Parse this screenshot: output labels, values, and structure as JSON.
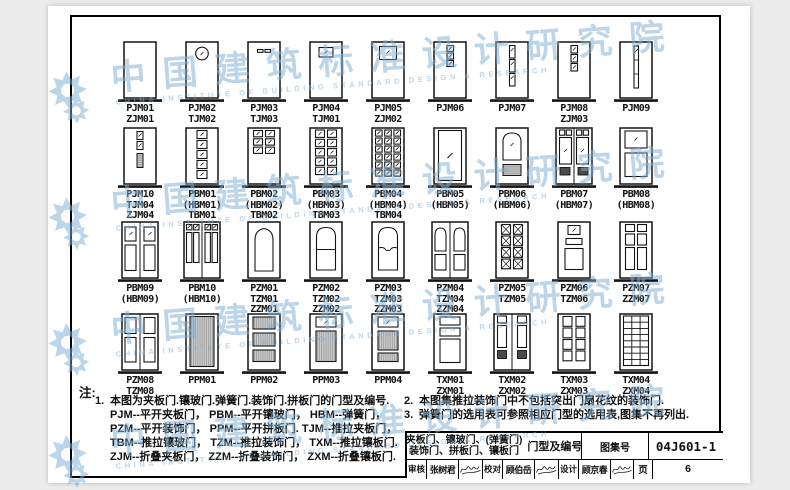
{
  "watermark": {
    "cn": "中国建筑标准设计研究院",
    "en": "CHINA INSTITUTE OF BUILDING STANDARD DESIGN & RESEARCH",
    "color": "#7fb0d6"
  },
  "doors": {
    "rows": [
      {
        "cells": [
          {
            "codes": [
              "PJM01",
              "ZJM01"
            ],
            "glyph": "plain"
          },
          {
            "codes": [
              "PJM02",
              "TJM02"
            ],
            "glyph": "porthole"
          },
          {
            "codes": [
              "PJM03",
              "TJM03"
            ],
            "glyph": "slot"
          },
          {
            "codes": [
              "PJM04",
              "TJM01"
            ],
            "glyph": "small-window"
          },
          {
            "codes": [
              "PJM05",
              "ZJM02"
            ],
            "glyph": "window"
          },
          {
            "codes": [
              "PJM06"
            ],
            "glyph": "vstrip3-top"
          },
          {
            "codes": [
              "PJM07"
            ],
            "glyph": "vstrip-long"
          },
          {
            "codes": [
              "PJM08",
              "ZJM03"
            ],
            "glyph": "vstrip3-mid"
          },
          {
            "codes": [
              "PJM09"
            ],
            "glyph": "vstrip-center"
          }
        ]
      },
      {
        "cells": [
          {
            "codes": [
              "PJM10",
              "TJM04",
              "ZJM04"
            ],
            "glyph": "vstrip-louver"
          },
          {
            "codes": [
              "PBM01",
              "(HBM01)",
              "TBM01"
            ],
            "glyph": "panes-1x5"
          },
          {
            "codes": [
              "PBM02",
              "(HBM02)",
              "TBM02"
            ],
            "glyph": "panes-2x3"
          },
          {
            "codes": [
              "PBM03",
              "(HBM03)",
              "TBM03"
            ],
            "glyph": "panes-2x5"
          },
          {
            "codes": [
              "PBM04",
              "(HBM04)",
              "TBM04"
            ],
            "glyph": "panes-3x6"
          },
          {
            "codes": [
              "PBM05",
              "(HBM05)"
            ],
            "glyph": "full-glass"
          },
          {
            "codes": [
              "PBM06",
              "(HBM06)"
            ],
            "glyph": "arch-louver"
          },
          {
            "codes": [
              "PBM07",
              "(HBM07)"
            ],
            "glyph": "double-panes"
          },
          {
            "codes": [
              "PBM08",
              "(HBM08)"
            ],
            "glyph": "window-panel"
          }
        ]
      },
      {
        "cells": [
          {
            "codes": [
              "PBM09",
              "(HBM09)"
            ],
            "glyph": "double-2panel"
          },
          {
            "codes": [
              "PBM10",
              "(HBM10)"
            ],
            "glyph": "double-4pane"
          },
          {
            "codes": [
              "PZM01",
              "TZM01",
              "ZZM01"
            ],
            "glyph": "arch-pointed"
          },
          {
            "codes": [
              "PZM02",
              "TZM02",
              "ZZM02"
            ],
            "glyph": "arch-round"
          },
          {
            "codes": [
              "PZM03",
              "TZM03",
              "ZZM03"
            ],
            "glyph": "arch-decor"
          },
          {
            "codes": [
              "PZM04",
              "TZM04",
              "ZZM04"
            ],
            "glyph": "double-arch"
          },
          {
            "codes": [
              "PZM05",
              "TZM05"
            ],
            "glyph": "panes-x-2x4"
          },
          {
            "codes": [
              "PZM06",
              "TZM06"
            ],
            "glyph": "decor-3part"
          },
          {
            "codes": [
              "PZM07",
              "ZZM07"
            ],
            "glyph": "six-panel"
          }
        ]
      },
      {
        "cells": [
          {
            "codes": [
              "PZM08",
              "TZM08"
            ],
            "glyph": "double-2panel-b"
          },
          {
            "codes": [
              "PPM01"
            ],
            "glyph": "hatch-full"
          },
          {
            "codes": [
              "PPM02"
            ],
            "glyph": "hatch-3h"
          },
          {
            "codes": [
              "PPM03"
            ],
            "glyph": "window-hatch"
          },
          {
            "codes": [
              "PPM04"
            ],
            "glyph": "window-hatch2"
          },
          {
            "codes": [
              "TXM01",
              "ZXM01"
            ],
            "glyph": "panel-3v"
          },
          {
            "codes": [
              "TXM02",
              "ZXM02"
            ],
            "glyph": "double-panel-dark"
          },
          {
            "codes": [
              "TXM03",
              "ZXM03"
            ],
            "glyph": "panels-2x4"
          },
          {
            "codes": [
              "TXM04",
              "ZXM04"
            ],
            "glyph": "grid-3x6"
          }
        ]
      }
    ]
  },
  "notes": {
    "label": "注:",
    "items": [
      {
        "num": "1.",
        "lines": [
          "本图为夹板门.镶玻门.弹簧门.装饰门.拼板门的门型及编号.",
          "PJM--平开夹板门， PBM--平开镶玻门， HBM--弹簧门，",
          "PZM--平开装饰门， PPM--平开拼板门. TJM--推拉夹板门，",
          "TBM--推拉镶玻门， TZM--推拉装饰门， TXM--推拉镶板门.",
          "ZJM--折叠夹板门， ZZM--折叠装饰门， ZXM--折叠镶板门."
        ]
      },
      {
        "num": "2.",
        "lines": [
          "本图集推拉装饰门中不包括突出门扇花纹的装饰门."
        ]
      },
      {
        "num": "3.",
        "lines": [
          "弹簧门的选用表可参照相应门型的选用表,图集不再列出."
        ]
      }
    ]
  },
  "titleblock": {
    "title_line1": "夹板门、镶玻门、(弹簧门)",
    "title_line2": "装饰门、拼板门、镶板门",
    "title_suffix": "门型及编号",
    "atlas_label": "图集号",
    "atlas_no": "04J601-1",
    "page_label": "页",
    "page_no": "6",
    "credits": [
      {
        "role": "审核",
        "name": "张树君"
      },
      {
        "role": "校对",
        "name": "顾伯岳"
      },
      {
        "role": "设计",
        "name": "顾京春"
      }
    ]
  }
}
